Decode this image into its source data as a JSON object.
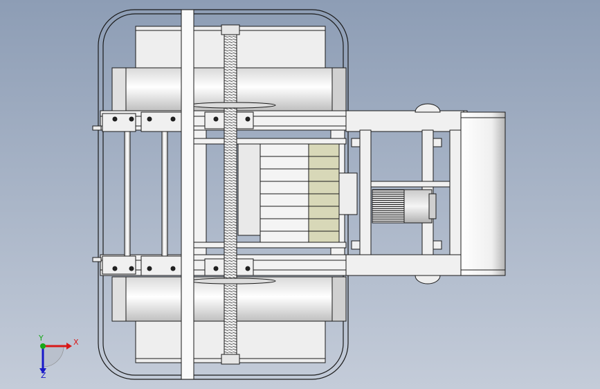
{
  "viewport": {
    "background_top": "#8d9db5",
    "background_bottom": "#c4ccd9"
  },
  "model": {
    "part_face_color": "#eeeeee",
    "part_edge_color": "#1a1a1a",
    "motor_color": "#e6e6e6"
  },
  "triad": {
    "x_label": "X",
    "y_label": "Y",
    "z_label": "Z",
    "x_color": "#d81818",
    "y_color": "#18a818",
    "z_color": "#1818c8"
  }
}
